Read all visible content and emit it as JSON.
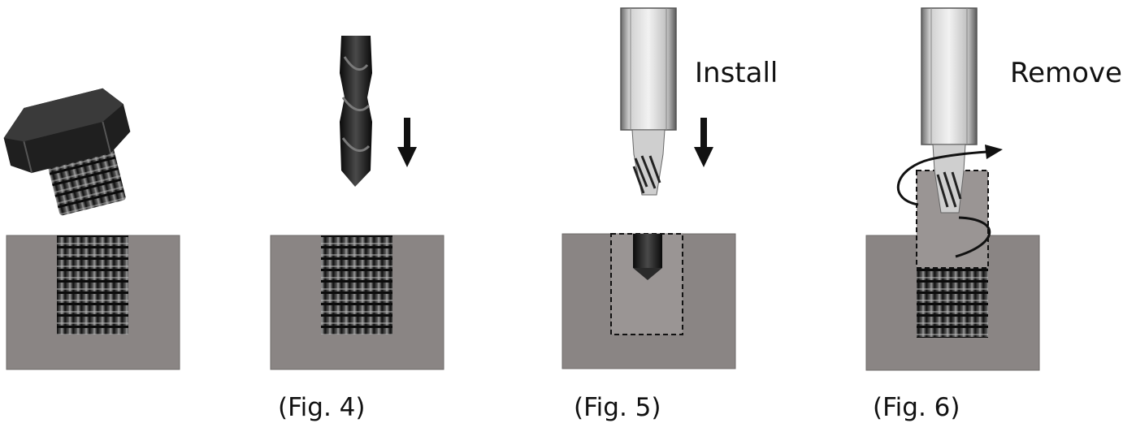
{
  "figure": {
    "panels": [
      {
        "id": "bolt-in-block",
        "caption": ""
      },
      {
        "id": "drill",
        "caption": "(Fig. 4)"
      },
      {
        "id": "install",
        "caption": "(Fig. 5)",
        "action": "Install"
      },
      {
        "id": "remove",
        "caption": "(Fig. 6)",
        "action": "Remove"
      }
    ]
  },
  "colors": {
    "block": "#8a8584",
    "block_edge": "#6e6a69",
    "metal_dark": "#1c1c1c",
    "metal_light": "#d8d8d8",
    "arrow": "#111111",
    "text": "#111111"
  }
}
